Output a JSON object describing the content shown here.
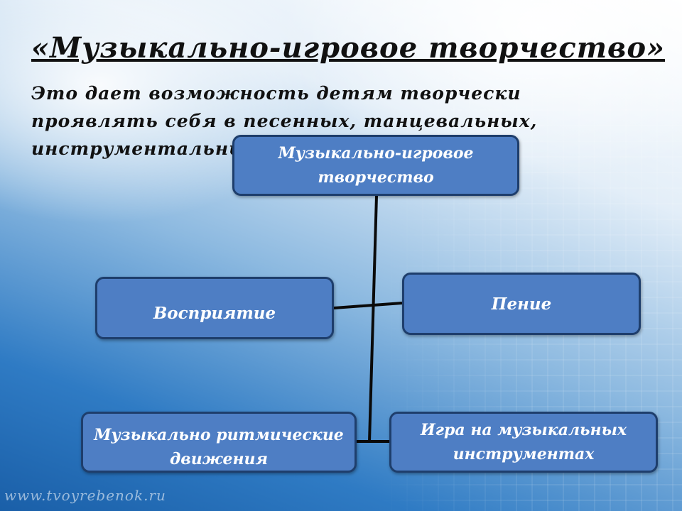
{
  "title": "«Музыкально-игровое творчество»",
  "description": "Это дает возможность детям творчески проявлять себя в песенных, танцевальных, инструментальных импровизациях.",
  "diagram": {
    "root": "Музыкально-игровое творчество",
    "nodes": {
      "perception": "Восприятие",
      "singing": "Пение",
      "movements": "Музыкально ритмические движения",
      "instruments": "Игра на музыкальных инструментах"
    }
  },
  "watermark": "www.tvoyrebenok.ru",
  "colors": {
    "box_fill": "#4e7ec4",
    "box_border": "#1e3e6c",
    "connector": "#0a0a0a"
  }
}
